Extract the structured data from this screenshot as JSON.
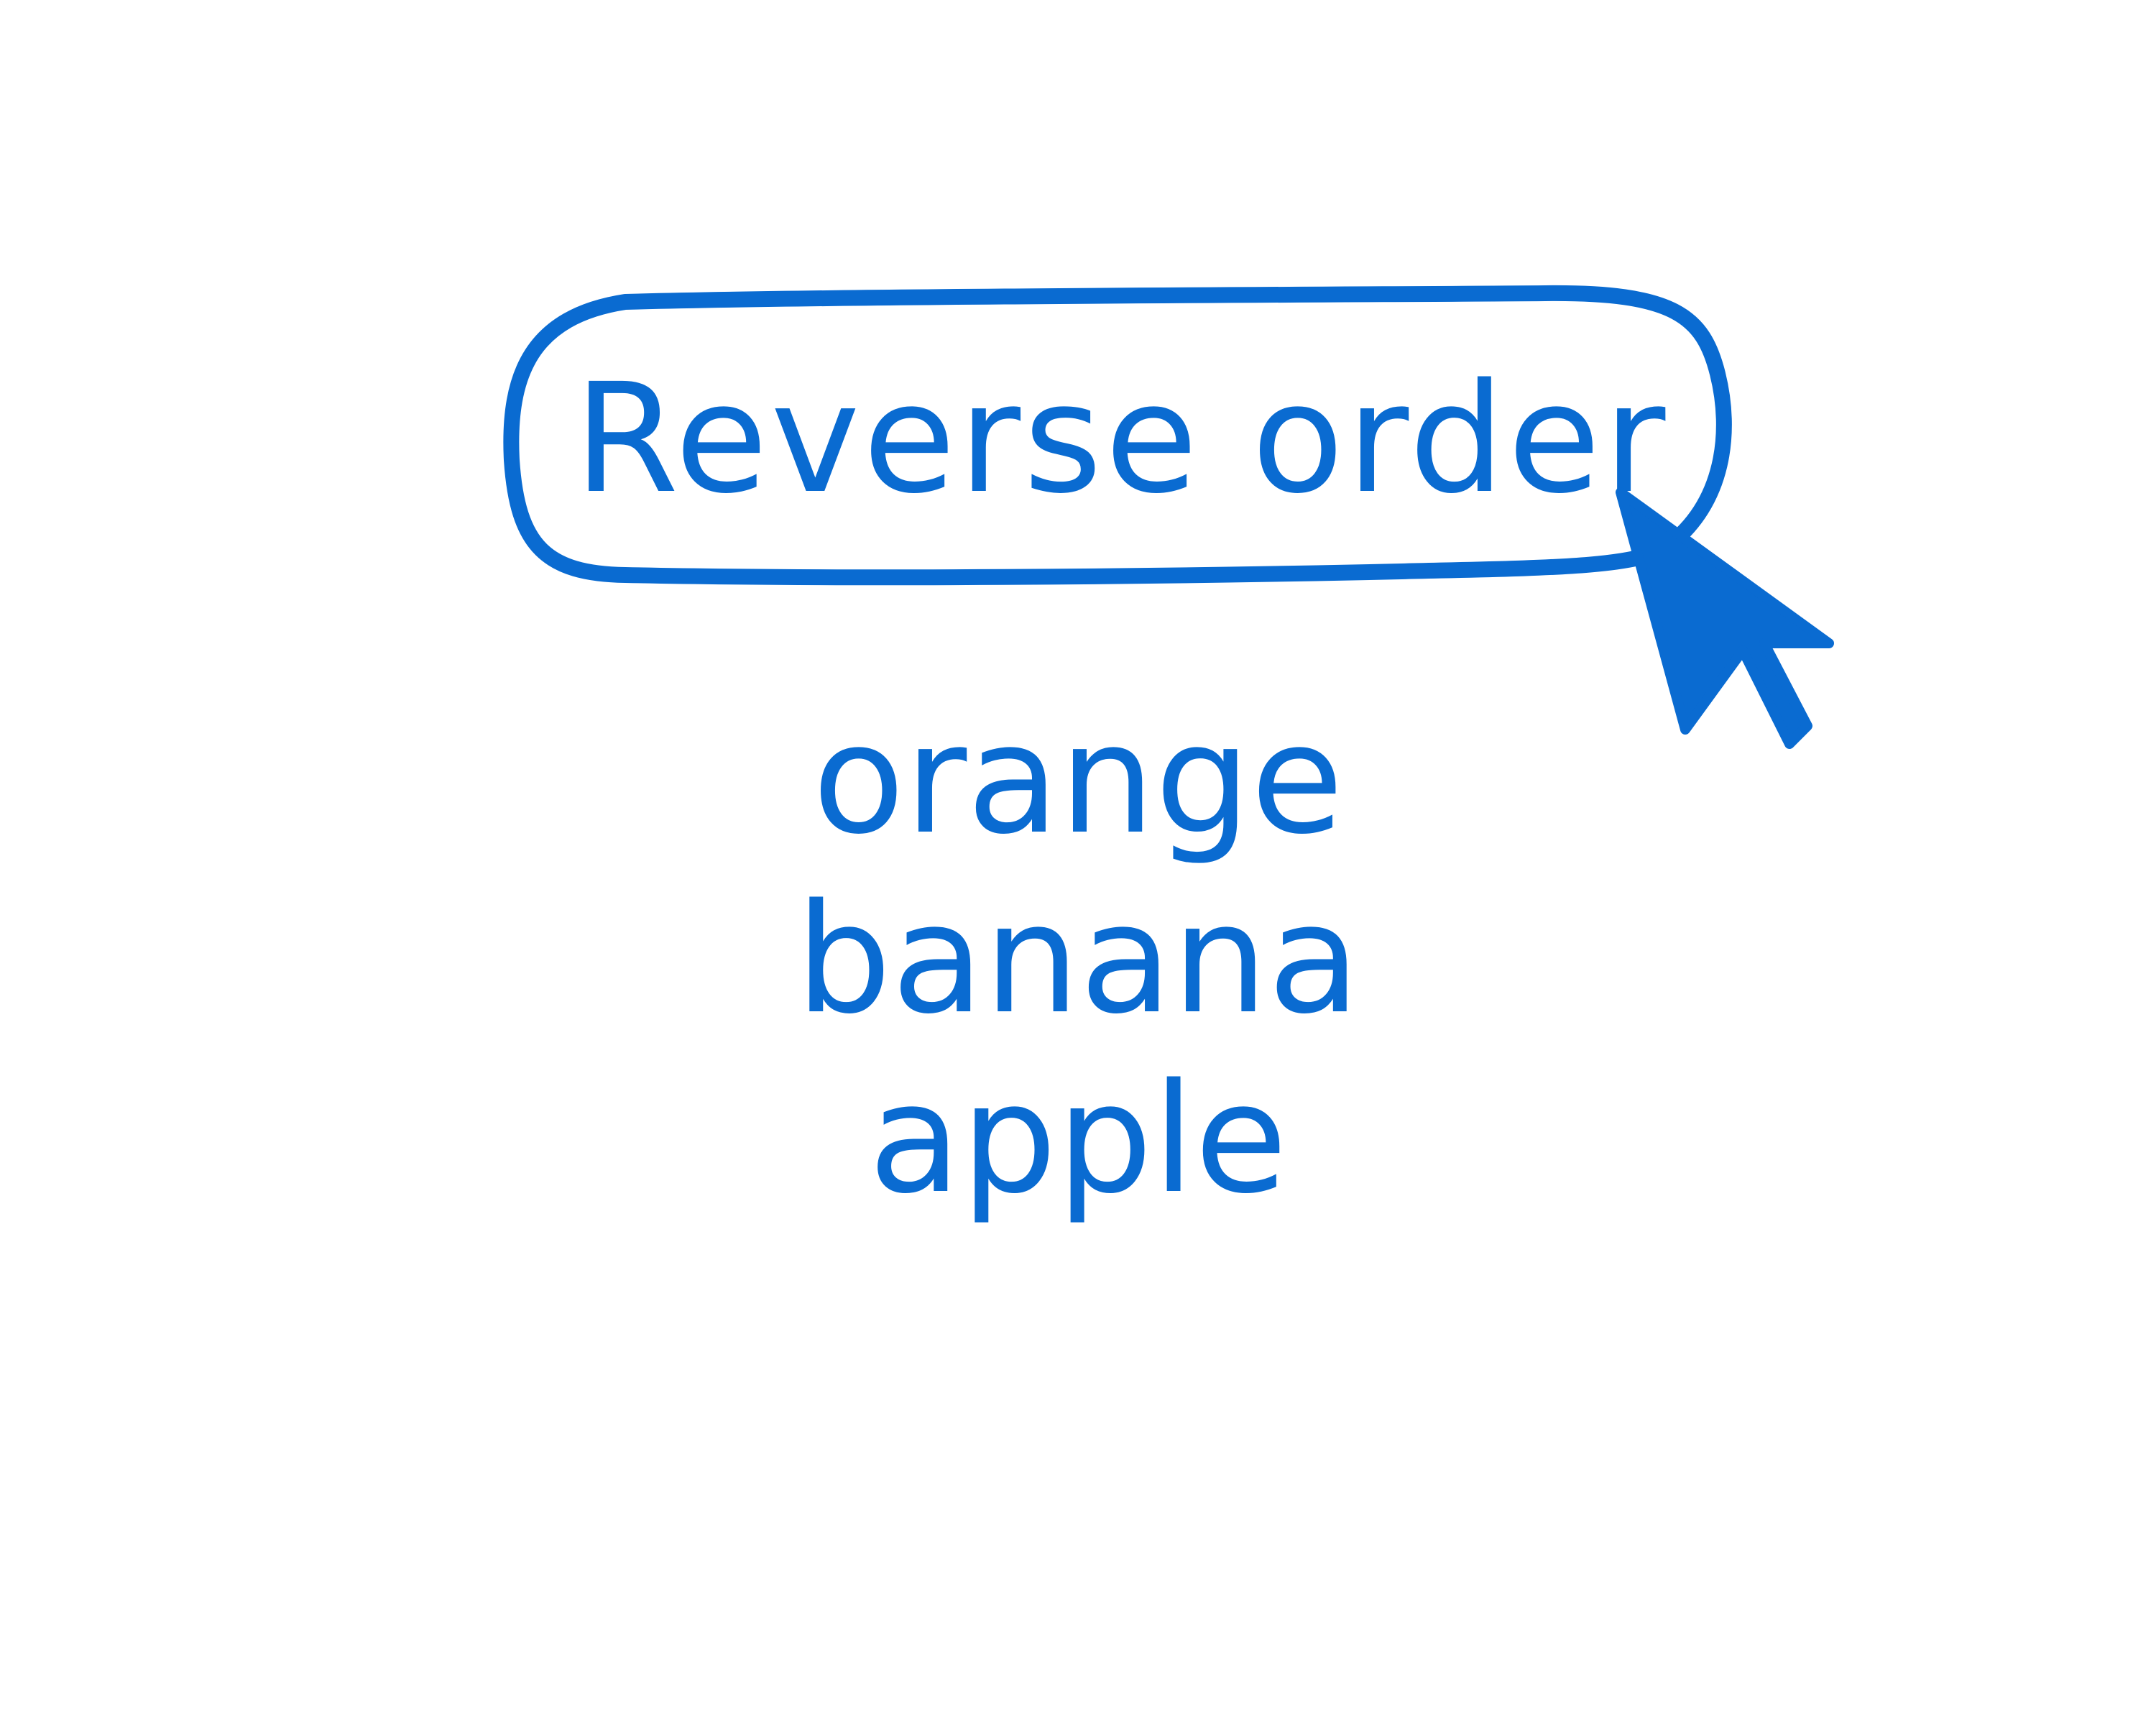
{
  "button": {
    "label": "Reverse order"
  },
  "list": {
    "items": [
      "orange",
      "banana",
      "apple"
    ]
  },
  "cursor": {
    "icon": "arrow-pointer-icon"
  },
  "colors": {
    "ink": "#0a6bd1",
    "background": "#ffffff"
  }
}
